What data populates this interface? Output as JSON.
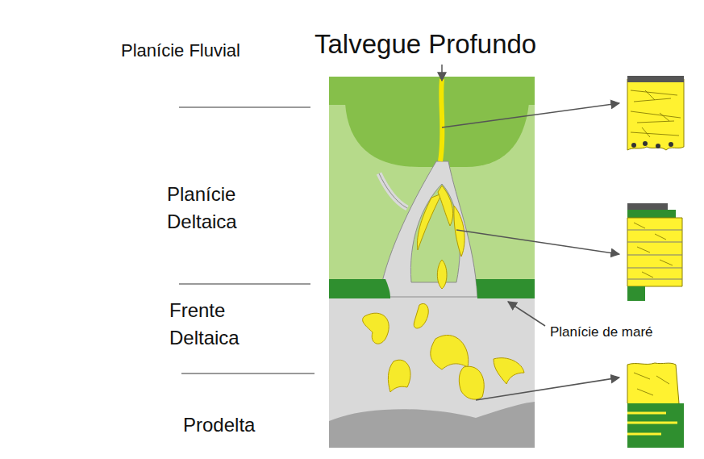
{
  "diagram": {
    "labels": [
      "Planície Fluvial",
      "Talvegue Profundo",
      "Planície Deltaica",
      "Frente Deltaica",
      "Prodelta",
      "Planície de maré"
    ]
  }
}
